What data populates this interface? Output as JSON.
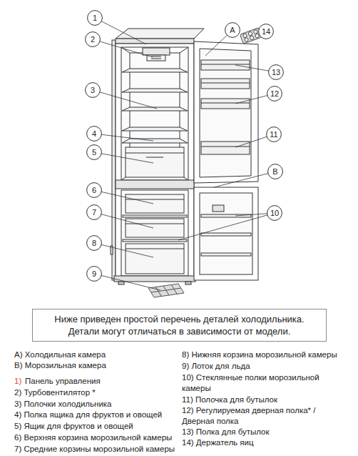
{
  "diagram": {
    "nodes": [
      {
        "text": [
          "1"
        ]
      },
      {
        "text": [
          "A"
        ]
      },
      {
        "text": [
          "14"
        ]
      },
      {
        "text": [
          "2"
        ]
      },
      {
        "text": [
          "13"
        ]
      },
      {
        "text": [
          "3"
        ]
      },
      {
        "text": [
          "12"
        ]
      },
      {
        "text": [
          "4"
        ]
      },
      {
        "text": [
          "11"
        ]
      },
      {
        "text": [
          "5"
        ]
      },
      {
        "text": [
          "B"
        ]
      },
      {
        "text": [
          "6"
        ]
      },
      {
        "text": [
          "10"
        ]
      },
      {
        "text": [
          "7"
        ]
      },
      {
        "text": [
          "8"
        ]
      },
      {
        "text": [
          "9"
        ]
      },
      {
        "text": [
          "Ниже приведен простой перечень деталей холодильника. Детали могут отличаться в зависимости от модели."
        ]
      }
    ],
    "labels": [
      "A) Холодильная камера",
      "B) Морозильная камера",
      "1)",
      "Панель управления",
      "2) Турбовентилятор *",
      "3) Полочки холодильника",
      "4) Полка ящика для фруктов и овощей",
      "5) Ящик для фруктов и овощей",
      "6) Верхняя корзина морозильной камеры",
      "7) Средние корзины морозильной камеры",
      "8) Нижняя корзина морозильной камеры",
      "9) Лоток для льда",
      "10) Стеклянные полки морозильной камеры",
      "11) Полочка для бутылок",
      "12) Регулируемая дверная полка* / Дверная полка",
      "13) Полка для бутылок",
      "14) Держатель яиц"
    ]
  }
}
